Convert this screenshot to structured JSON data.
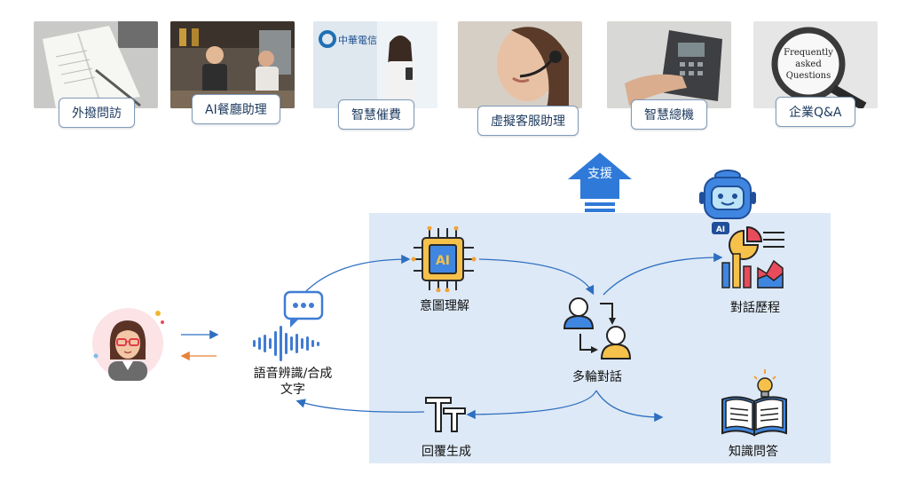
{
  "scenarios": [
    {
      "label": "外撥問訪",
      "icon": "notebook-desk-photo"
    },
    {
      "label": "AI餐廳助理",
      "icon": "cafe-staff-photo"
    },
    {
      "label": "智慧催費",
      "icon": "chunghwa-telecom-photo"
    },
    {
      "label": "虛擬客服助理",
      "icon": "headset-agent-photo"
    },
    {
      "label": "智慧總機",
      "icon": "desk-phone-photo"
    },
    {
      "label": "企業Q&A",
      "icon": "faq-magnifier-photo"
    }
  ],
  "faq_photo_text": [
    "Frequently",
    "asked",
    "Questions"
  ],
  "telecom_logo_text": "中華電信",
  "support_label": "支援",
  "nodes": {
    "speech": {
      "label_line1": "語音辨識/合成",
      "label_line2": "文字",
      "icon": "speech-wave-icon"
    },
    "intent": {
      "label": "意圖理解",
      "icon": "ai-chip-icon",
      "chip_text": "AI"
    },
    "dialog": {
      "label": "多輪對話",
      "icon": "multi-user-exchange-icon"
    },
    "history": {
      "label": "對話歷程",
      "icon": "robot-analytics-icon",
      "robot_badge": "AI"
    },
    "reply": {
      "label": "回覆生成",
      "icon": "text-type-icon"
    },
    "knowledge": {
      "label": "知識問答",
      "icon": "book-lightbulb-icon"
    }
  },
  "user": {
    "icon": "user-avatar-icon"
  },
  "colors": {
    "arrow_blue": "#2f6fc1",
    "arrow_orange": "#e8823a",
    "panel": "#dde9f6",
    "support_arrow": "#2f7ad8"
  }
}
